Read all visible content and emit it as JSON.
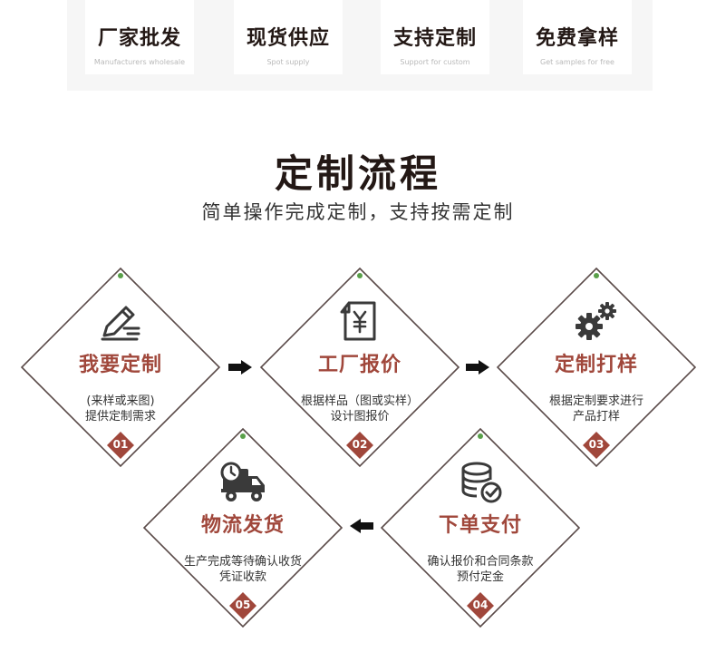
{
  "features": [
    {
      "title": "厂家批发",
      "subtitle": "Manufacturers wholesale"
    },
    {
      "title": "现货供应",
      "subtitle": "Spot supply"
    },
    {
      "title": "支持定制",
      "subtitle": "Support for custom"
    },
    {
      "title": "免费拿样",
      "subtitle": "Get samples for free"
    }
  ],
  "heading": {
    "title": "定制流程",
    "subtitle": "简单操作完成定制，支持按需定制"
  },
  "steps": [
    {
      "number": "01",
      "title": "我要定制",
      "desc": [
        "(来样或来图)",
        "提供定制需求"
      ],
      "icon": "pen-edit-icon"
    },
    {
      "number": "02",
      "title": "工厂报价",
      "desc": [
        "根据样品（图或实样）",
        "设计图报价"
      ],
      "icon": "yuan-document-icon"
    },
    {
      "number": "03",
      "title": "定制打样",
      "desc": [
        "根据定制要求进行",
        "产品打样"
      ],
      "icon": "gears-icon"
    },
    {
      "number": "04",
      "title": "下单支付",
      "desc": [
        "确认报价和合同条款",
        "预付定金"
      ],
      "icon": "coins-check-icon"
    },
    {
      "number": "05",
      "title": "物流发货",
      "desc": [
        "生产完成等待确认收货",
        "凭证收款"
      ],
      "icon": "delivery-truck-icon"
    }
  ],
  "colors": {
    "accent": "#a0473b",
    "dot": "#5aa04a",
    "text": "#231815"
  }
}
